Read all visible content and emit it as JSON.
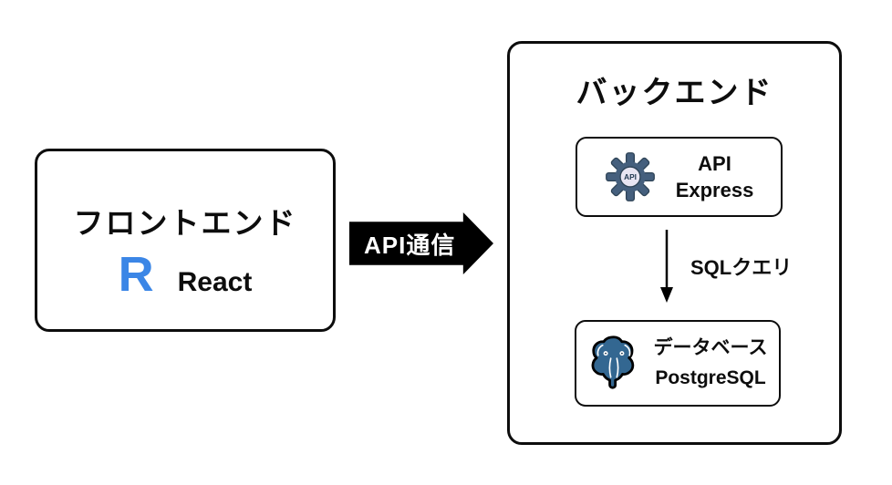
{
  "diagram": {
    "frontend": {
      "title": "フロントエンド",
      "logo_letter": "R",
      "tech_name": "React"
    },
    "api_arrow": {
      "label": "API通信"
    },
    "backend": {
      "title": "バックエンド",
      "api_box": {
        "icon": "api-gear-icon",
        "icon_text": "API",
        "line1": "API",
        "line2": "Express"
      },
      "sql_arrow": {
        "label": "SQLクエリ"
      },
      "db_box": {
        "icon": "postgresql-elephant-icon",
        "line1": "データベース",
        "line2": "PostgreSQL"
      }
    },
    "colors": {
      "react_blue": "#3B86E6",
      "gear_body": "#455F7D",
      "gear_center": "#E8E5F2",
      "gear_text": "#233A52",
      "postgres_blue": "#336791",
      "arrow_fill": "#000000",
      "border": "#0D0D0D",
      "background": "#FFFFFF",
      "text": "#0D0D0D"
    }
  }
}
